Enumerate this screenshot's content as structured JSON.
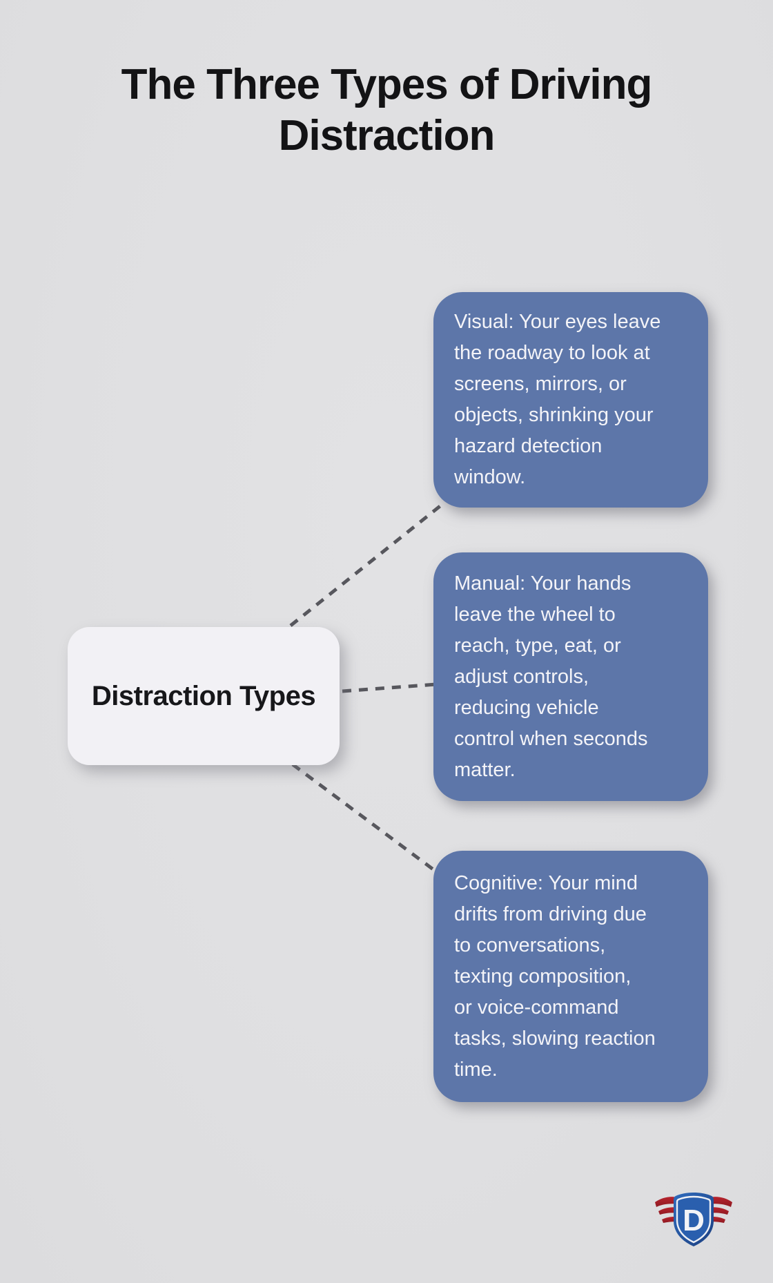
{
  "title": "The Three Types of Driving\nDistraction",
  "center_node": {
    "label": "Distraction Types"
  },
  "cards": [
    {
      "id": "visual",
      "text": "Visual: Your eyes leave\nthe roadway to look at\nscreens, mirrors, or\nobjects, shrinking your\nhazard detection\nwindow."
    },
    {
      "id": "manual",
      "text": "Manual: Your hands\nleave the wheel to\nreach, type, eat, or\nadjust controls,\nreducing vehicle\ncontrol when seconds\nmatter."
    },
    {
      "id": "cognitive",
      "text": "Cognitive: Your mind\ndrifts from driving due\nto conversations,\ntexting composition,\nor voice-command\ntasks, slowing reaction\ntime."
    }
  ],
  "logo": {
    "letter": "D"
  },
  "colors": {
    "background": "#dfdfe1",
    "card_blue": "#5d76a9",
    "card_text": "#f4f4f8",
    "center_node_bg": "#f2f1f5",
    "title_text": "#131315",
    "connector": "#57575d",
    "logo_shield_blue": "#2a5fae",
    "logo_shield_dark": "#1c3f80",
    "logo_wing_red": "#a81f28"
  }
}
